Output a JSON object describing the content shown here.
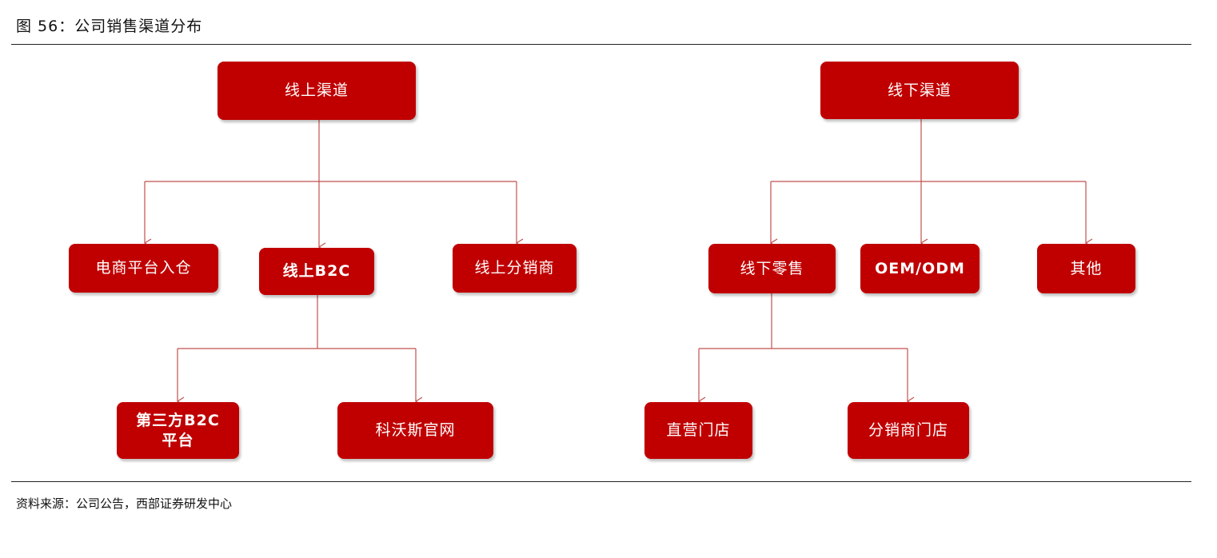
{
  "figure": {
    "title": "图 56：公司销售渠道分布",
    "source": "资料来源：公司公告，西部证券研发中心"
  },
  "colors": {
    "node_fill": "#c00000",
    "node_text": "#ffffff",
    "connector": "#c0504d"
  },
  "diagram": {
    "online_root": "线上渠道",
    "offline_root": "线下渠道",
    "online_children": {
      "ecommerce_warehouse": "电商平台入仓",
      "online_b2c": "线上B2C",
      "online_distributor": "线上分销商"
    },
    "b2c_children": {
      "third_party_platform": "第三方B2C\n平台",
      "covos_official_site": "科沃斯官网"
    },
    "offline_children": {
      "offline_retail": "线下零售",
      "oem_odm": "OEM/ODM",
      "other": "其他"
    },
    "retail_children": {
      "direct_stores": "直营门店",
      "distributor_stores": "分销商门店"
    }
  }
}
